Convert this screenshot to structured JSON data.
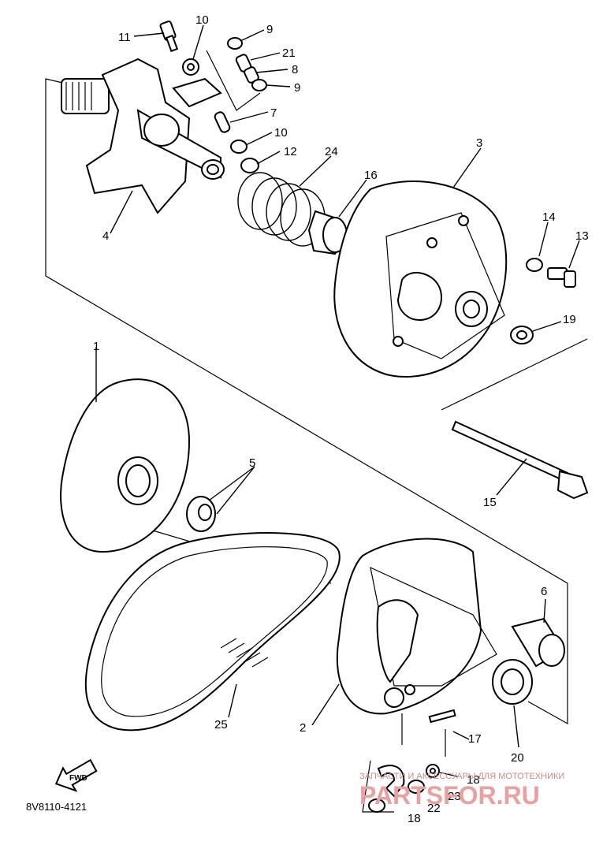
{
  "drawing_code": "8V8110-4121",
  "forward_marker": "FWD",
  "watermark": {
    "line1": "ЗАПЧАСТИ И АКСЕССУАРЫ ДЛЯ МОТОТЕХНИКИ",
    "line2": "PARTSFOR.RU"
  },
  "callouts": {
    "c1": "1",
    "c2": "2",
    "c3": "3",
    "c4": "4",
    "c5": "5",
    "c6": "6",
    "c7": "7",
    "c8": "8",
    "c9a": "9",
    "c9b": "9",
    "c10a": "10",
    "c10b": "10",
    "c11": "11",
    "c12": "12",
    "c13": "13",
    "c14": "14",
    "c15": "15",
    "c16": "16",
    "c17": "17",
    "c18a": "18",
    "c18b": "18",
    "c19": "19",
    "c20": "20",
    "c21": "21",
    "c22": "22",
    "c23": "23",
    "c24": "24",
    "c25": "25"
  }
}
